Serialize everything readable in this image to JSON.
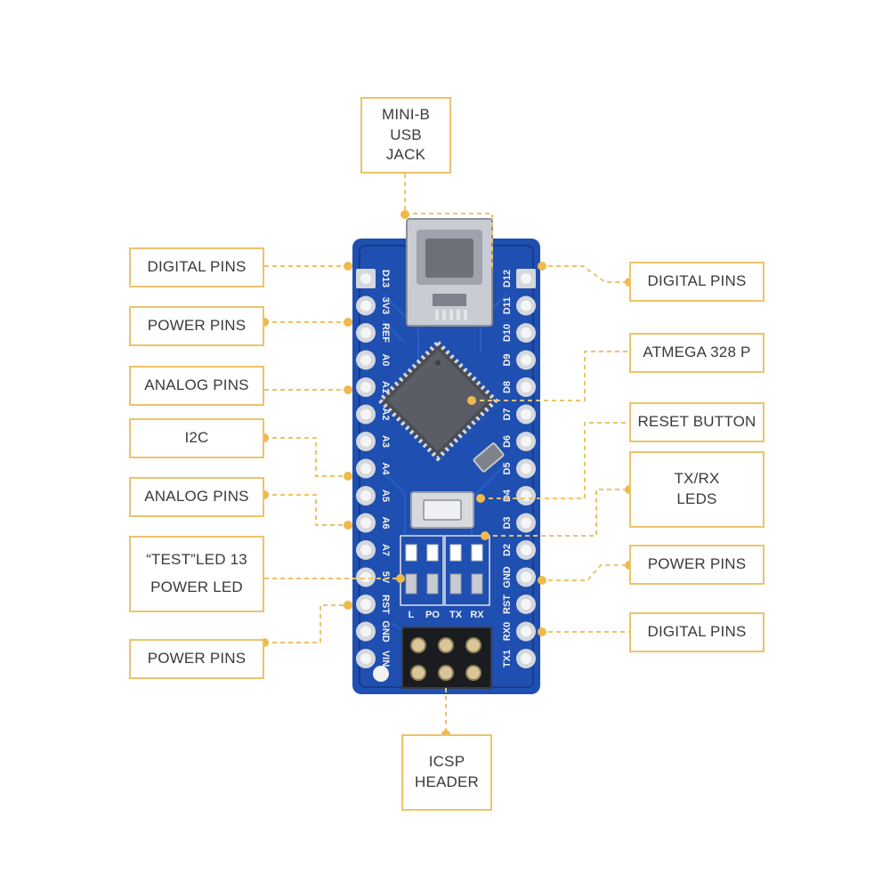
{
  "colors": {
    "board": "#1f4fb0",
    "board_dark": "#173c8c",
    "callout": "#ecc36b",
    "dot": "#f0b94a",
    "box_text": "#3a3a3a"
  },
  "labels": {
    "usb_jack": [
      "MINI-B",
      "USB",
      "JACK"
    ],
    "digital_pins_left": "DIGITAL PINS",
    "power_pins_left_top": "POWER PINS",
    "analog_pins_left_top": "ANALOG PINS",
    "i2c": "I2C",
    "analog_pins_left_bottom": "ANALOG PINS",
    "test_led": [
      "“TEST”LED 13",
      "POWER LED"
    ],
    "power_pins_left_bottom": "POWER PINS",
    "digital_pins_right_top": "DIGITAL PINS",
    "atmega": "ATMEGA 328 P",
    "reset_button": "RESET BUTTON",
    "txrx_leds": [
      "TX/RX",
      "LEDS"
    ],
    "power_pins_right": "POWER PINS",
    "digital_pins_right_bottom": "DIGITAL PINS",
    "icsp_header": [
      "ICSP",
      "HEADER"
    ]
  },
  "board": {
    "left_pin_labels": [
      "D13",
      "3V3",
      "REF",
      "A0",
      "A1",
      "A2",
      "A3",
      "A4",
      "A5",
      "A6",
      "A7",
      "5V",
      "RST",
      "GND",
      "VIN"
    ],
    "right_pin_labels": [
      "D12",
      "D11",
      "D10",
      "D9",
      "D8",
      "D7",
      "D6",
      "D5",
      "D4",
      "D3",
      "D2",
      "GND",
      "RST",
      "RX0",
      "TX1"
    ],
    "led_labels": [
      "L",
      "PO",
      "TX",
      "RX"
    ]
  },
  "icons": {
    "usb": "mini-usb-connector-icon",
    "chip": "qfp-chip-icon",
    "button": "tactile-button-icon"
  }
}
